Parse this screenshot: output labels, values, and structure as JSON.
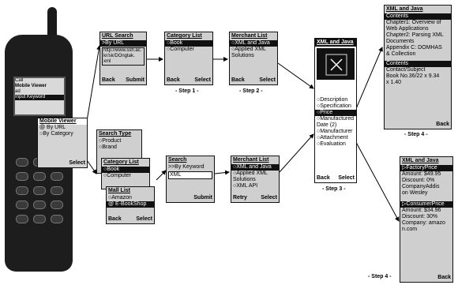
{
  "phone": {
    "screen_lines": [
      "Call",
      "Mobile Viewer",
      "ad",
      "Input Keyword"
    ],
    "popup": {
      "title": "Mobile Viewer",
      "options": [
        "@ By URL",
        "○By Category"
      ],
      "select": "Select"
    }
  },
  "steps": {
    "step1": "- Step 1 -",
    "step2": "- Step 2 -",
    "step3": "- Step 3 -",
    "step4_top": "- Step 4 -",
    "step4_bottom": "- Step 4 -"
  },
  "screens": {
    "url_search": {
      "title": "URL Search",
      "rows": [
        ">By URL",
        "http://www.ssh.ac.",
        "kr/sk/DOngtak.",
        "xml"
      ],
      "back": "Back",
      "submit": "Submit"
    },
    "category_top": {
      "title": "Category List",
      "rows": [
        "○Book",
        "○Computer"
      ],
      "back": "Back",
      "select": "Select"
    },
    "merchant_top": {
      "title": "Merchant List",
      "rows": [
        "○XML and Java",
        "○Applied XML",
        "Solutions"
      ],
      "back": "Back",
      "select": "Select"
    },
    "xml_java_center": {
      "title": "XML and Java",
      "rows": [
        "○Description",
        "○Specification",
        "○Price",
        "○Manufactured",
        "Date (2)",
        "○Manufacturer",
        "○Attachment",
        "○Evaluation"
      ],
      "back": "Back",
      "select": "Select"
    },
    "xml_java_content": {
      "title": "XML and Java",
      "rows": [
        "Contents",
        "Chapter1: Overview of",
        "Web Applications",
        "Chapter2: Parsing XML",
        "Documents",
        "Appendix C: DOMHAS",
        "& Collection"
      ],
      "lower": [
        "Contents",
        "Contact/Subject",
        "Book No.36/22 x 9.34",
        "x 1.40"
      ],
      "back": "Back"
    },
    "search_type": {
      "title": "Search Type",
      "rows": [
        "○Product",
        "○Brand"
      ]
    },
    "category_bottom": {
      "title": "Category List",
      "rows": [
        "○Book",
        "○Computer"
      ]
    },
    "mall_list": {
      "title": "Mall List",
      "rows": [
        "○Amazon",
        "@ E-BookShop"
      ],
      "back": "Back",
      "select": "Select"
    },
    "search_keyword": {
      "title": "Search",
      "rows": [
        ">>By Keyword",
        "XML"
      ],
      "submit": "Submit"
    },
    "merchant_bottom": {
      "title": "Merchant List",
      "rows": [
        "○XML and Java",
        "○Applied XML",
        "Solutions",
        "○XML API"
      ],
      "retry": "Retry",
      "select": "Select"
    },
    "xml_java_price": {
      "title": "XML and Java",
      "rows": [
        "▷FactoryPrice",
        "Amount: $49.95",
        "Discount: 0%",
        "CompanyAddis",
        "on Wesley"
      ],
      "lower": [
        "▷ConsumerPrice",
        "Amount: $34.96",
        "Discount: 30%",
        "Company: amazo",
        "n.com"
      ],
      "back": "Back"
    }
  }
}
